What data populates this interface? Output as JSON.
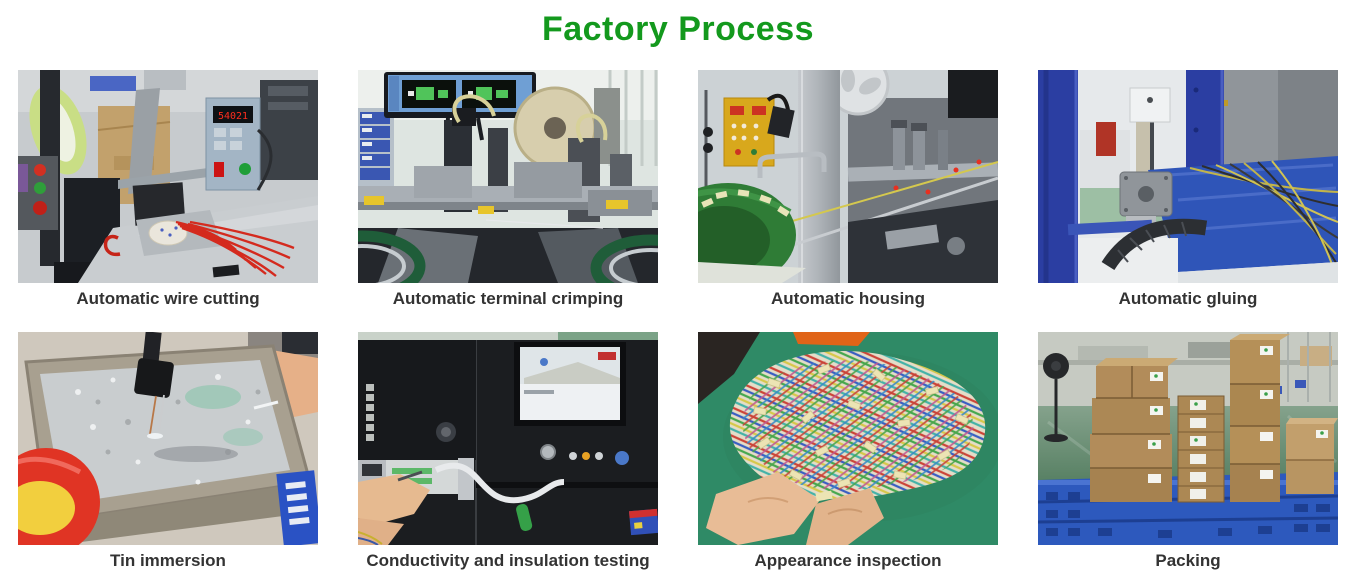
{
  "page": {
    "title": "Factory Process",
    "title_color": "#13991d",
    "caption_color": "#333333",
    "background_color": "#ffffff"
  },
  "steps": [
    {
      "caption": "Automatic wire cutting",
      "photo": "automatic-wire-cutting"
    },
    {
      "caption": "Automatic terminal crimping",
      "photo": "automatic-terminal-crimping"
    },
    {
      "caption": "Automatic housing",
      "photo": "automatic-housing"
    },
    {
      "caption": "Automatic gluing",
      "photo": "automatic-gluing"
    },
    {
      "caption": "Tin immersion",
      "photo": "tin-immersion"
    },
    {
      "caption": "Conductivity and insulation testing",
      "photo": "conductivity-and-insulation-testing"
    },
    {
      "caption": "Appearance inspection",
      "photo": "appearance-inspection"
    },
    {
      "caption": "Packing",
      "photo": "packing"
    }
  ],
  "machine_display": {
    "counter_value": "54021"
  }
}
